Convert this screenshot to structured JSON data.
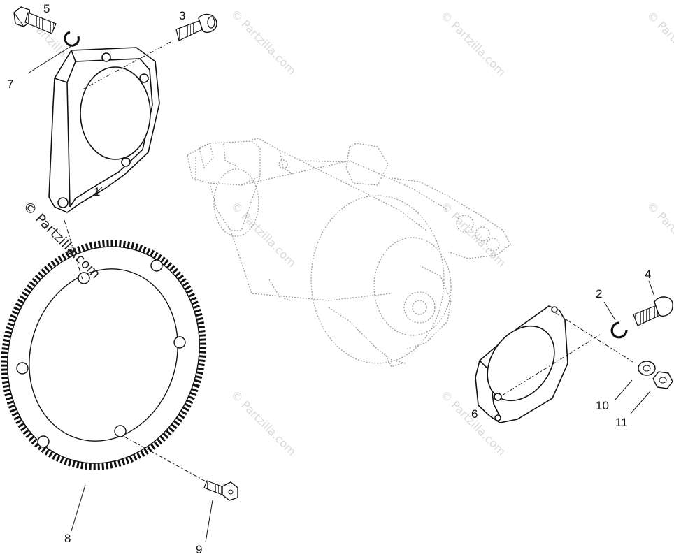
{
  "diagram": {
    "callouts": [
      {
        "id": "c1",
        "text": "1"
      },
      {
        "id": "c2",
        "text": "2"
      },
      {
        "id": "c3",
        "text": "3"
      },
      {
        "id": "c4",
        "text": "4"
      },
      {
        "id": "c5",
        "text": "5"
      },
      {
        "id": "c6",
        "text": "6"
      },
      {
        "id": "c7",
        "text": "7"
      },
      {
        "id": "c8",
        "text": "8"
      },
      {
        "id": "c9",
        "text": "9"
      },
      {
        "id": "c10",
        "text": "10"
      },
      {
        "id": "c11",
        "text": "11"
      }
    ],
    "watermark": {
      "text": "© Partzilla.com",
      "color": "#d9d9d9",
      "accent_color": "#222222"
    },
    "line_color": "#111111",
    "ghost_part_color": "#9a9a9a"
  }
}
